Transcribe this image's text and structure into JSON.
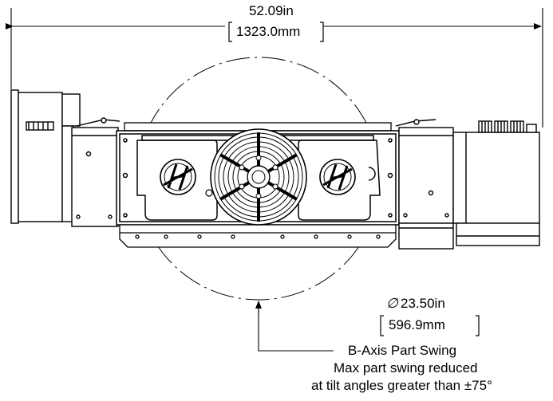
{
  "width_dimension": {
    "imperial": "52.09in",
    "metric": "1323.0mm"
  },
  "swing_dimension": {
    "diameter_symbol": "∅",
    "imperial": "23.50in",
    "metric": "596.9mm"
  },
  "callout": {
    "title": "B-Axis Part Swing",
    "line1": "Max part swing reduced",
    "line2": "at tilt angles greater than ±75°"
  },
  "colors": {
    "line": "#000000",
    "background": "#ffffff"
  },
  "icons": [
    "haas-logo-icon",
    "fan-grille-icon"
  ]
}
